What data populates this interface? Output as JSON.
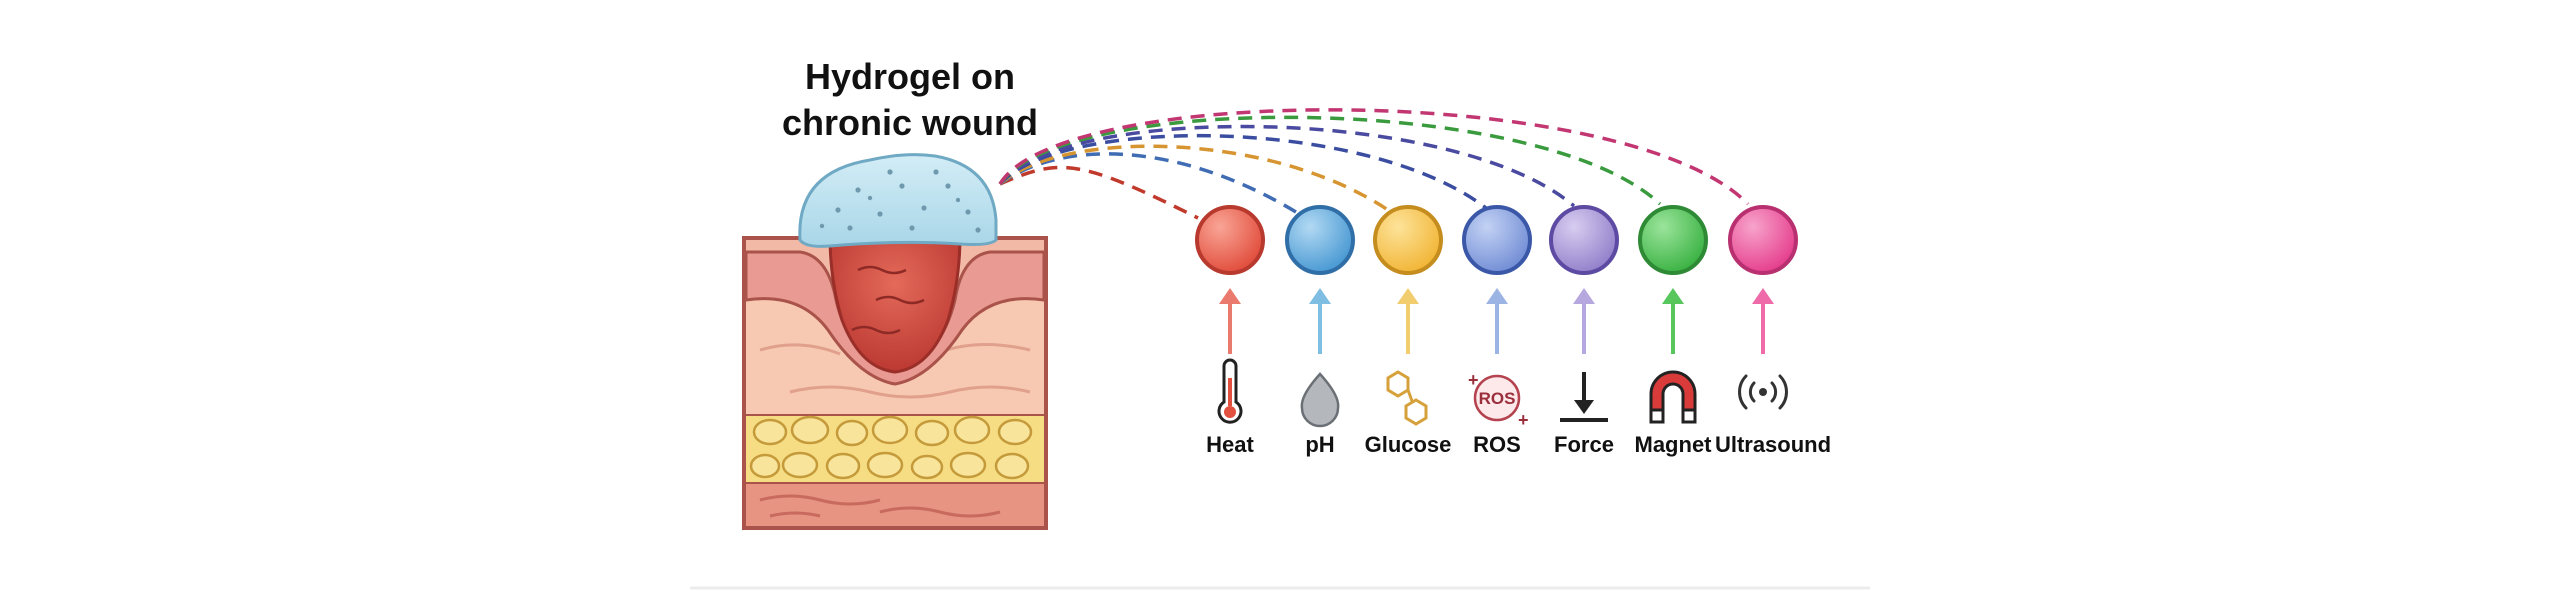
{
  "title": {
    "line1": "Hydrogel on",
    "line2": "chronic wound"
  },
  "stimuli": [
    {
      "label": "Heat",
      "icon": "thermometer-icon",
      "color": "#ea5e4f"
    },
    {
      "label": "pH",
      "icon": "droplet-icon",
      "color": "#5aa7db"
    },
    {
      "label": "Glucose",
      "icon": "hexagon-molecule-icon",
      "color": "#f4c44e"
    },
    {
      "label": "ROS",
      "icon": "ros-icon",
      "icon_text": "ROS",
      "color": "#7e9ad8"
    },
    {
      "label": "Force",
      "icon": "force-arrow-icon",
      "color": "#9d8bd2"
    },
    {
      "label": "Magnet",
      "icon": "magnet-icon",
      "color": "#49c14f"
    },
    {
      "label": "Ultrasound",
      "icon": "ultrasound-wave-icon",
      "color": "#ec4f9a"
    }
  ],
  "dash_colors": [
    "#c0392b",
    "#3f6cb3",
    "#d69530",
    "#3b4da0",
    "#4a4aa0",
    "#3a9a3e",
    "#c23672"
  ]
}
